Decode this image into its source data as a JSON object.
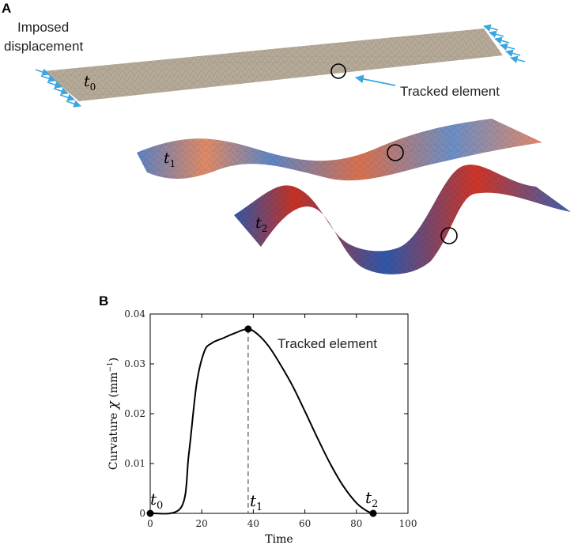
{
  "panel_a": {
    "label": "A",
    "imposed_line1": "Imposed",
    "imposed_line2": "displacement",
    "tracked": "Tracked element",
    "t0": "t",
    "t0_sub": "0",
    "t1": "t",
    "t1_sub": "1",
    "t2": "t",
    "t2_sub": "2"
  },
  "panel_b": {
    "label": "B",
    "ylabel_text": "Curvature",
    "ylabel_symbol": "χ",
    "ylabel_unit": "(mm",
    "ylabel_exp": "−1",
    "ylabel_close": ")",
    "xlabel": "Time",
    "series_label": "Tracked element",
    "marker_t0": "t",
    "marker_t0_sub": "0",
    "marker_t1": "t",
    "marker_t1_sub": "1",
    "marker_t2": "t",
    "marker_t2_sub": "2"
  },
  "colors": {
    "flat_plate": "#b5aa98",
    "cool": "#3a5fae",
    "warm": "#c83a2a",
    "arrow": "#3aa6e0",
    "curve": "#000000"
  },
  "chart_data": {
    "type": "line",
    "x": [
      0,
      12,
      15,
      18,
      21,
      24,
      28,
      33,
      38,
      42,
      46,
      50,
      55,
      60,
      65,
      70,
      75,
      80,
      84,
      86.5
    ],
    "y": [
      0,
      0.0012,
      0.012,
      0.026,
      0.0325,
      0.0342,
      0.0351,
      0.0362,
      0.037,
      0.0358,
      0.0335,
      0.0303,
      0.0258,
      0.0205,
      0.015,
      0.0098,
      0.0054,
      0.0021,
      0.0005,
      0
    ],
    "xlim": [
      0,
      100
    ],
    "ylim": [
      0,
      0.04
    ],
    "xticks": [
      "0",
      "20",
      "40",
      "60",
      "80",
      "100"
    ],
    "yticks": [
      "0",
      "0.01",
      "0.02",
      "0.03",
      "0.04"
    ],
    "xlabel": "Time",
    "markers": [
      {
        "x": 0,
        "y": 0
      },
      {
        "x": 38,
        "y": 0.037
      },
      {
        "x": 86.5,
        "y": 0
      }
    ],
    "vline_x": 38,
    "grid": false
  }
}
